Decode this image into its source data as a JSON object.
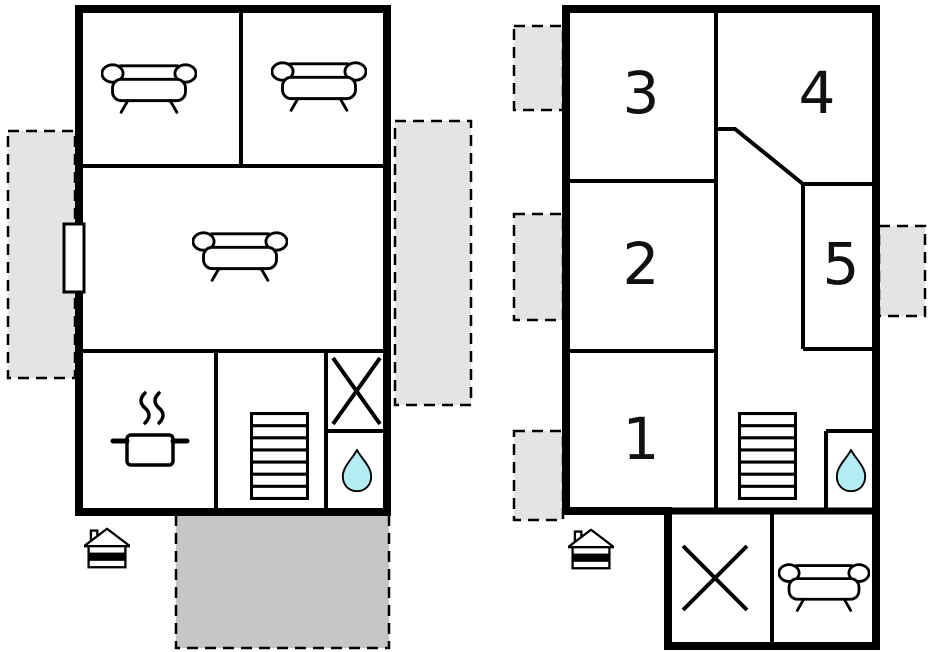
{
  "rooms": {
    "r1": "1",
    "r2": "2",
    "r3": "3",
    "r4": "4",
    "r5": "5"
  },
  "colors": {
    "wall": "#000000",
    "room_fill": "#ffffff",
    "terrace_light": "#e4e4e4",
    "terrace_dark": "#c6c6c6",
    "water_drop": "#b3ecf2"
  },
  "icons": {
    "sofa": "sofa-icon",
    "pot": "cooking-pot-icon",
    "stairs": "stairs-icon",
    "drop": "water-drop-icon",
    "cross": "window-cross-icon",
    "house": "house-entrance-icon"
  }
}
